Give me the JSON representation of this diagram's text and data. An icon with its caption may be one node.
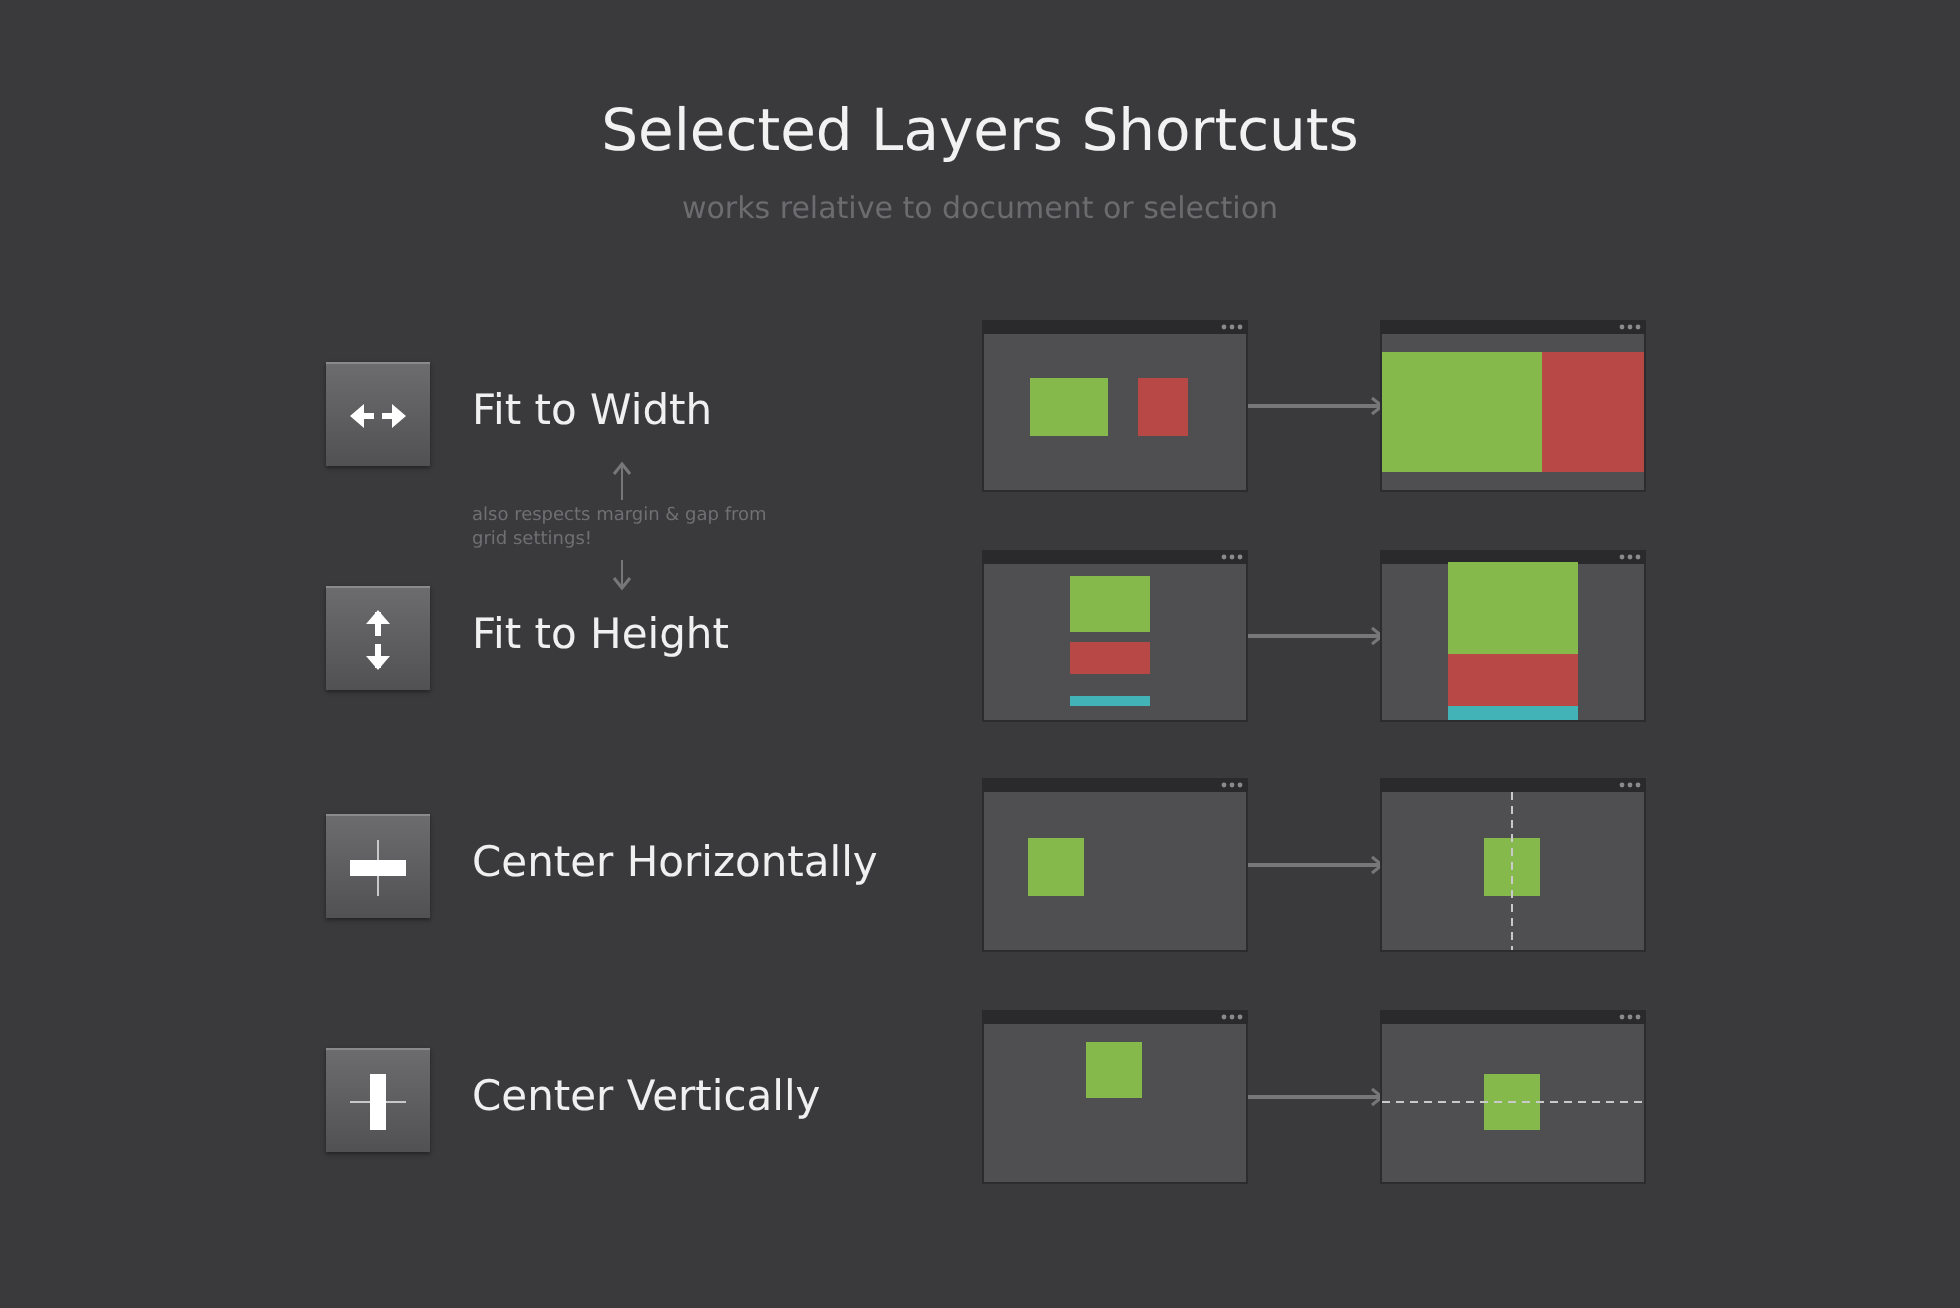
{
  "diagram": {
    "title": "Selected Layers Shortcuts",
    "nodes": [
      {
        "text": [],
        "shape": "box",
        "beside": [
          "Fit to Width"
        ]
      },
      {
        "text": [],
        "shape": "picture"
      },
      {
        "text": [],
        "shape": "picture"
      },
      {
        "text": [
          "also respects margin & gap from grid settings!"
        ]
      },
      {
        "text": [],
        "shape": "box",
        "beside": [
          "Fit to Height"
        ]
      },
      {
        "text": [],
        "shape": "picture"
      },
      {
        "text": [],
        "shape": "picture"
      },
      {
        "text": [],
        "shape": "box",
        "beside": [
          "Center Horizontally"
        ]
      },
      {
        "text": [],
        "shape": "picture"
      },
      {
        "text": [],
        "shape": "picture"
      },
      {
        "text": [],
        "shape": "box",
        "beside": [
          "Center Vertically"
        ]
      },
      {
        "text": [],
        "shape": "picture"
      },
      {
        "text": [],
        "shape": "picture"
      }
    ],
    "edges": [
      {
        "from": 1,
        "to": 2,
        "arrow": "to"
      },
      {
        "from": 3,
        "to": 0,
        "arrow": "to"
      },
      {
        "from": 3,
        "to": 4,
        "arrow": "to"
      },
      {
        "from": 5,
        "to": 6,
        "arrow": "to"
      },
      {
        "from": 8,
        "to": 9,
        "arrow": "to"
      },
      {
        "from": 11,
        "to": 12,
        "arrow": "to"
      }
    ],
    "labels": [
      "works relative to document or selection"
    ]
  }
}
